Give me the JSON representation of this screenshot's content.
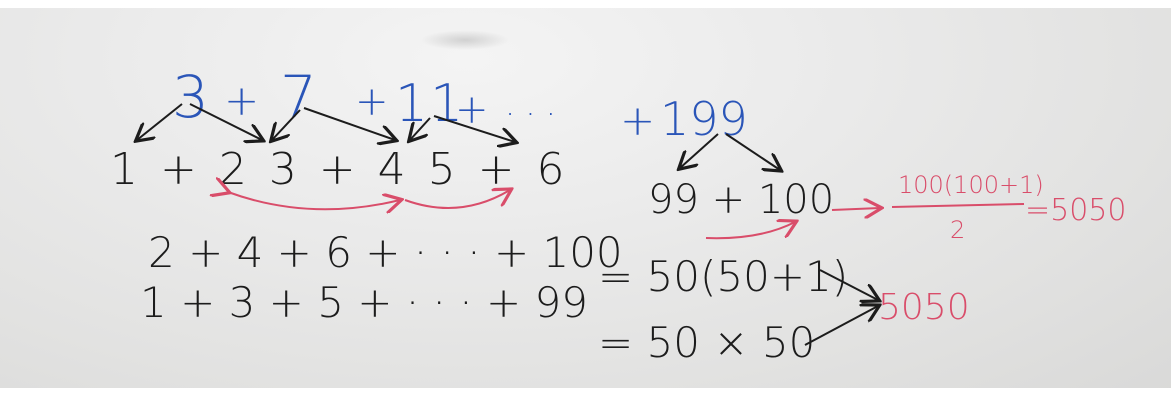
{
  "board": {
    "top_series": {
      "terms": [
        "3",
        "+",
        "7",
        "+",
        "11",
        "+",
        "· · ·",
        "+",
        "199"
      ]
    },
    "split_row": {
      "left_group": "1 + 2  3 + 4  5 + 6",
      "right_group": "99 + 100"
    },
    "fraction": {
      "numerator": "100(100+1)",
      "denominator": "2",
      "result": "=5050"
    },
    "even_sum": {
      "lhs": "2 + 4 + 6 + · · · + 100",
      "rhs": "= 50(50+1)"
    },
    "odd_sum": {
      "lhs": "1 + 3 + 5 + · · · + 99",
      "rhs": "= 50 × 50"
    },
    "final_result": "5050",
    "colors": {
      "blue_marker": "#2a55b8",
      "black_marker": "#1c1c1c",
      "red_marker": "#d94d6a",
      "board": "#e8e8e7"
    }
  }
}
